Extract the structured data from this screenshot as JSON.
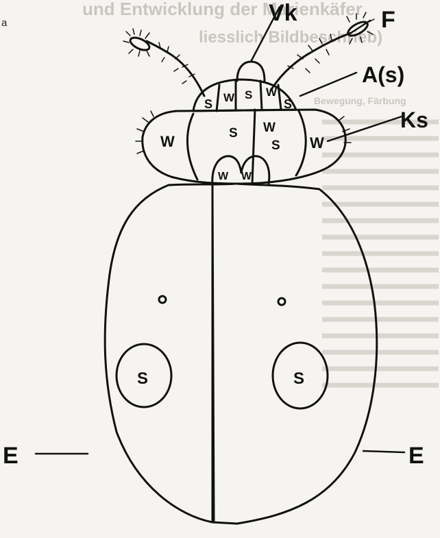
{
  "background_text": {
    "corner_letter": "a",
    "title_line_1": "und Entwicklung der Marienkäfer",
    "title_line_2": "liesslich Bildbeschrieb)",
    "section_heading": "Bewegung, Färbung"
  },
  "callouts": {
    "vk": "Vk",
    "f": "F",
    "a_s": "A(s)",
    "ks": "Ks",
    "e_left": "E",
    "e_right": "E"
  },
  "part_marks": {
    "antenna_band": [
      "S",
      "W",
      "S",
      "W",
      "S"
    ],
    "pronotum_center": [
      "S",
      "W",
      "S"
    ],
    "pronotum_sides": [
      "W",
      "W"
    ],
    "scutellum": [
      "W",
      "W"
    ],
    "elytra_spots": [
      "S",
      "S"
    ]
  },
  "colors": {
    "ink": "#111111",
    "paper": "#f6f4f1",
    "faded_text": "#c9c6c0"
  }
}
